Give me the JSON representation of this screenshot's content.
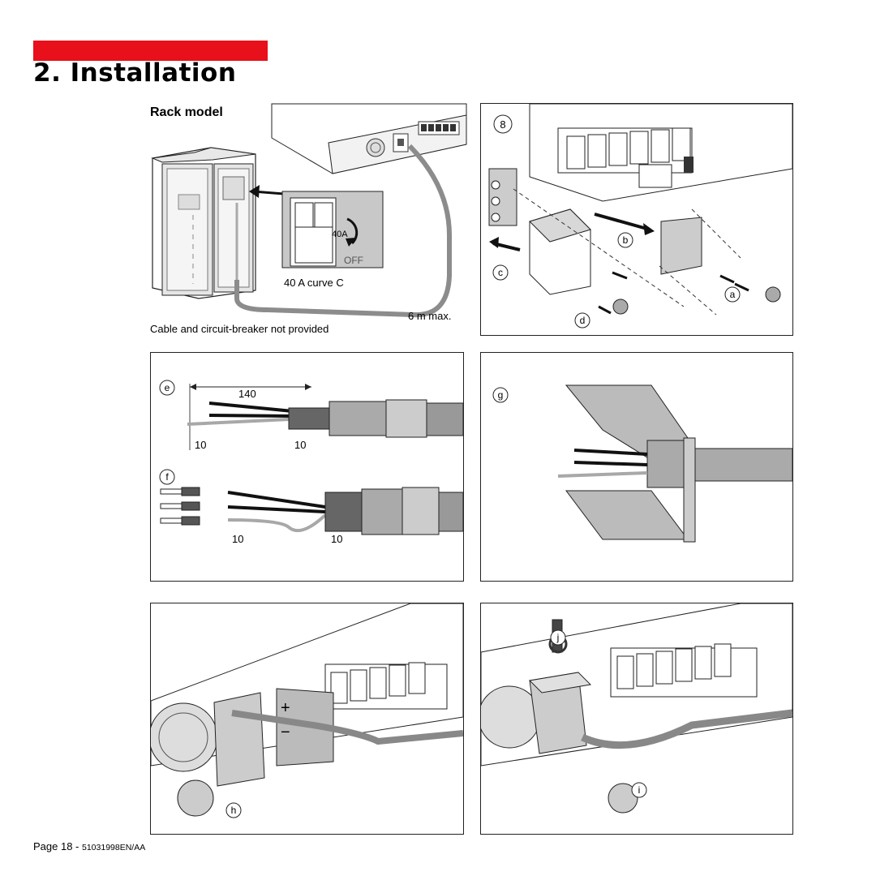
{
  "page": {
    "section_title": "2. Installation",
    "footer_page": "Page 18 - ",
    "footer_doc": "51031998EN/AA"
  },
  "rack": {
    "heading": "Rack model",
    "breaker_rating": "40A",
    "breaker_state": "OFF",
    "breaker_caption": "40 A curve C",
    "cable_length": "6 m max.",
    "note": "Cable and circuit-breaker not provided"
  },
  "steps": {
    "panel_top": {
      "step_number": "8",
      "labels": [
        "a",
        "b",
        "c",
        "d"
      ]
    },
    "panel_ef": {
      "label_e": "e",
      "label_f": "f",
      "dim_strip": "140",
      "dim_end_1": "10",
      "dim_end_2": "10",
      "dim_end_3": "10",
      "dim_end_4": "10"
    },
    "panel_g": {
      "label": "g"
    },
    "panel_h": {
      "label": "h",
      "plus": "+",
      "minus": "−"
    },
    "panel_ij": {
      "label_i": "i",
      "label_j": "j"
    }
  },
  "colors": {
    "accent_red": "#e8101a",
    "cable_grey": "#8c8c8c",
    "panel_grey": "#c8c8c8"
  }
}
